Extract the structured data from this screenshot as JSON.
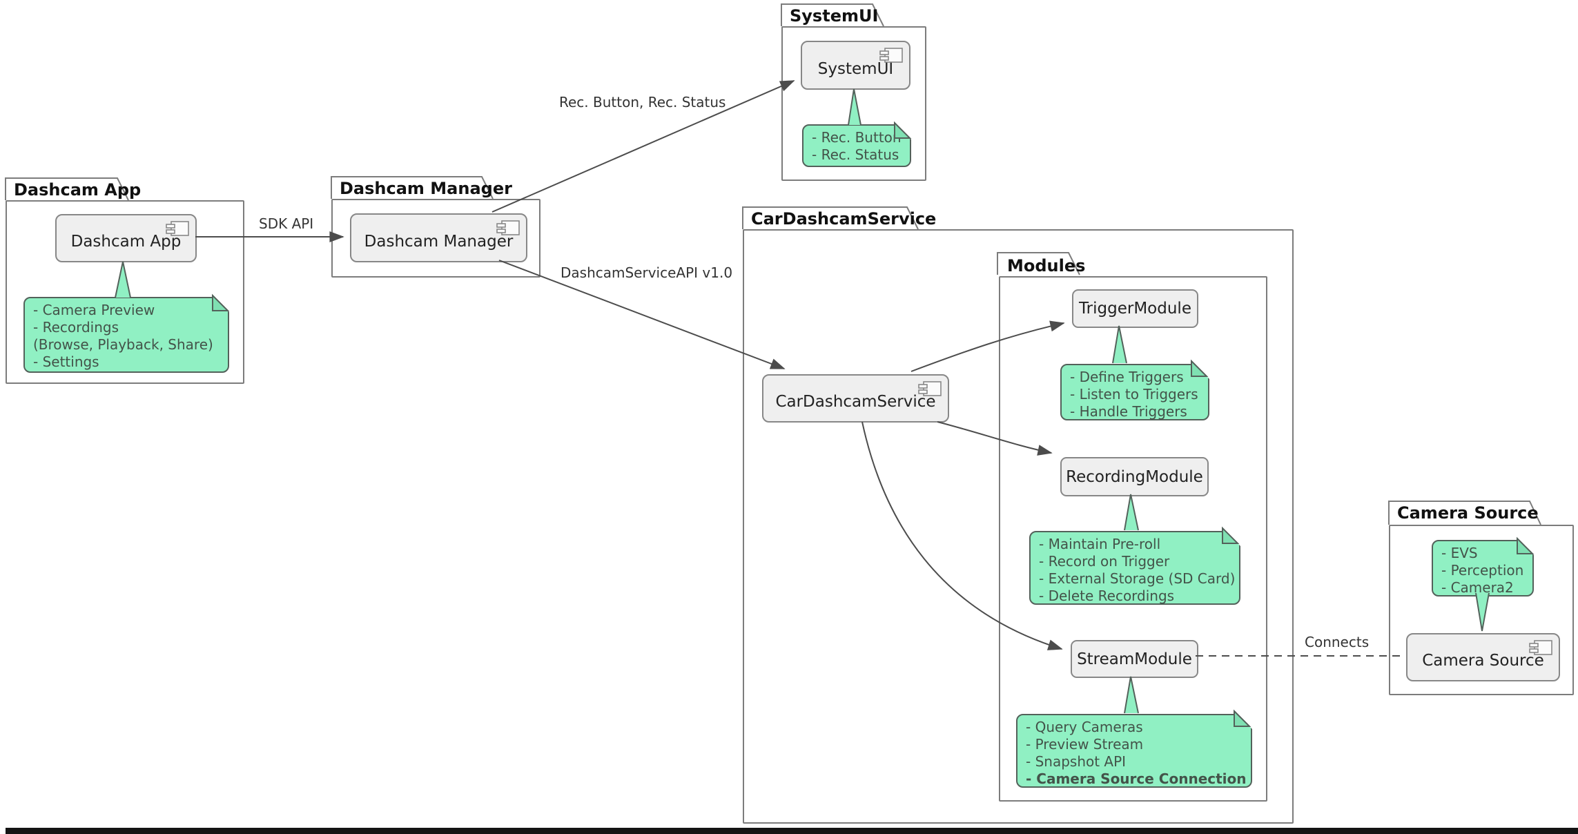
{
  "colors": {
    "note_fill": "#90F0C3",
    "note_fold": "#7FE0B2",
    "note_border": "#53615A",
    "note_text": "#435349",
    "component_fill": "#EFEFEF",
    "component_border": "#878787",
    "package_border": "#7C7C7C",
    "line_color": "#4C4C4C",
    "bar_color": "#141414"
  },
  "packages": {
    "dashcam_app": {
      "title": "Dashcam App"
    },
    "dashcam_manager": {
      "title": "Dashcam Manager"
    },
    "systemui": {
      "title": "SystemUI"
    },
    "car_dashcam_service": {
      "title": "CarDashcamService"
    },
    "modules": {
      "title": "Modules"
    },
    "camera_source": {
      "title": "Camera Source"
    }
  },
  "components": {
    "dashcam_app": {
      "label": "Dashcam App"
    },
    "dashcam_manager": {
      "label": "Dashcam Manager"
    },
    "systemui": {
      "label": "SystemUI"
    },
    "car_dashcam_service": {
      "label": "CarDashcamService"
    },
    "trigger_module": {
      "label": "TriggerModule"
    },
    "recording_module": {
      "label": "RecordingModule"
    },
    "stream_module": {
      "label": "StreamModule"
    },
    "camera_source": {
      "label": "Camera Source"
    }
  },
  "notes": {
    "dashcam_app": {
      "lines": [
        "- Camera Preview",
        "- Recordings",
        "(Browse, Playback, Share)",
        "- Settings"
      ]
    },
    "systemui": {
      "lines": [
        "- Rec. Button",
        "- Rec. Status"
      ]
    },
    "trigger": {
      "lines": [
        "- Define Triggers",
        "- Listen to Triggers",
        "- Handle Triggers"
      ]
    },
    "recording": {
      "lines": [
        "- Maintain Pre-roll",
        "- Record on Trigger",
        "- External Storage (SD Card)",
        "- Delete Recordings"
      ]
    },
    "stream": {
      "lines": [
        "- Query Cameras",
        "- Preview Stream",
        "- Snapshot API",
        "- Camera Source Connection"
      ]
    },
    "camera_source": {
      "lines": [
        "- EVS",
        "- Perception",
        "- Camera2"
      ]
    }
  },
  "edges": {
    "sdk_api": {
      "label": "SDK API"
    },
    "rec_ui": {
      "label": "Rec. Button, Rec. Status"
    },
    "service_api": {
      "label": "DashcamServiceAPI v1.0"
    },
    "connects": {
      "label": "Connects"
    }
  }
}
